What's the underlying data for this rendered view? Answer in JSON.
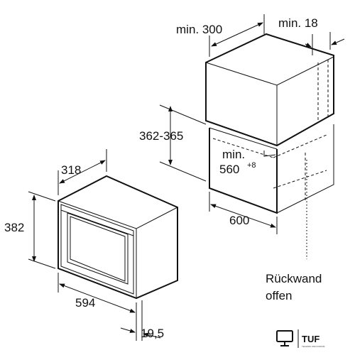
{
  "dimensions": {
    "niche_min_width": "min. 300",
    "niche_min_gap": "min. 18",
    "niche_height": "362-365",
    "niche_min_depth_line1": "min.",
    "niche_min_depth_line2": "560",
    "niche_min_depth_tolerance": "+8",
    "niche_width": "600",
    "appliance_depth": "318",
    "appliance_height": "382",
    "appliance_width": "594",
    "appliance_front_panel": "19,5"
  },
  "notes": {
    "rear_wall_line1": "Rückwand",
    "rear_wall_line2": "offen"
  },
  "logo": {
    "name": "TUF",
    "tagline": "TECHNIK UND FORUM"
  }
}
